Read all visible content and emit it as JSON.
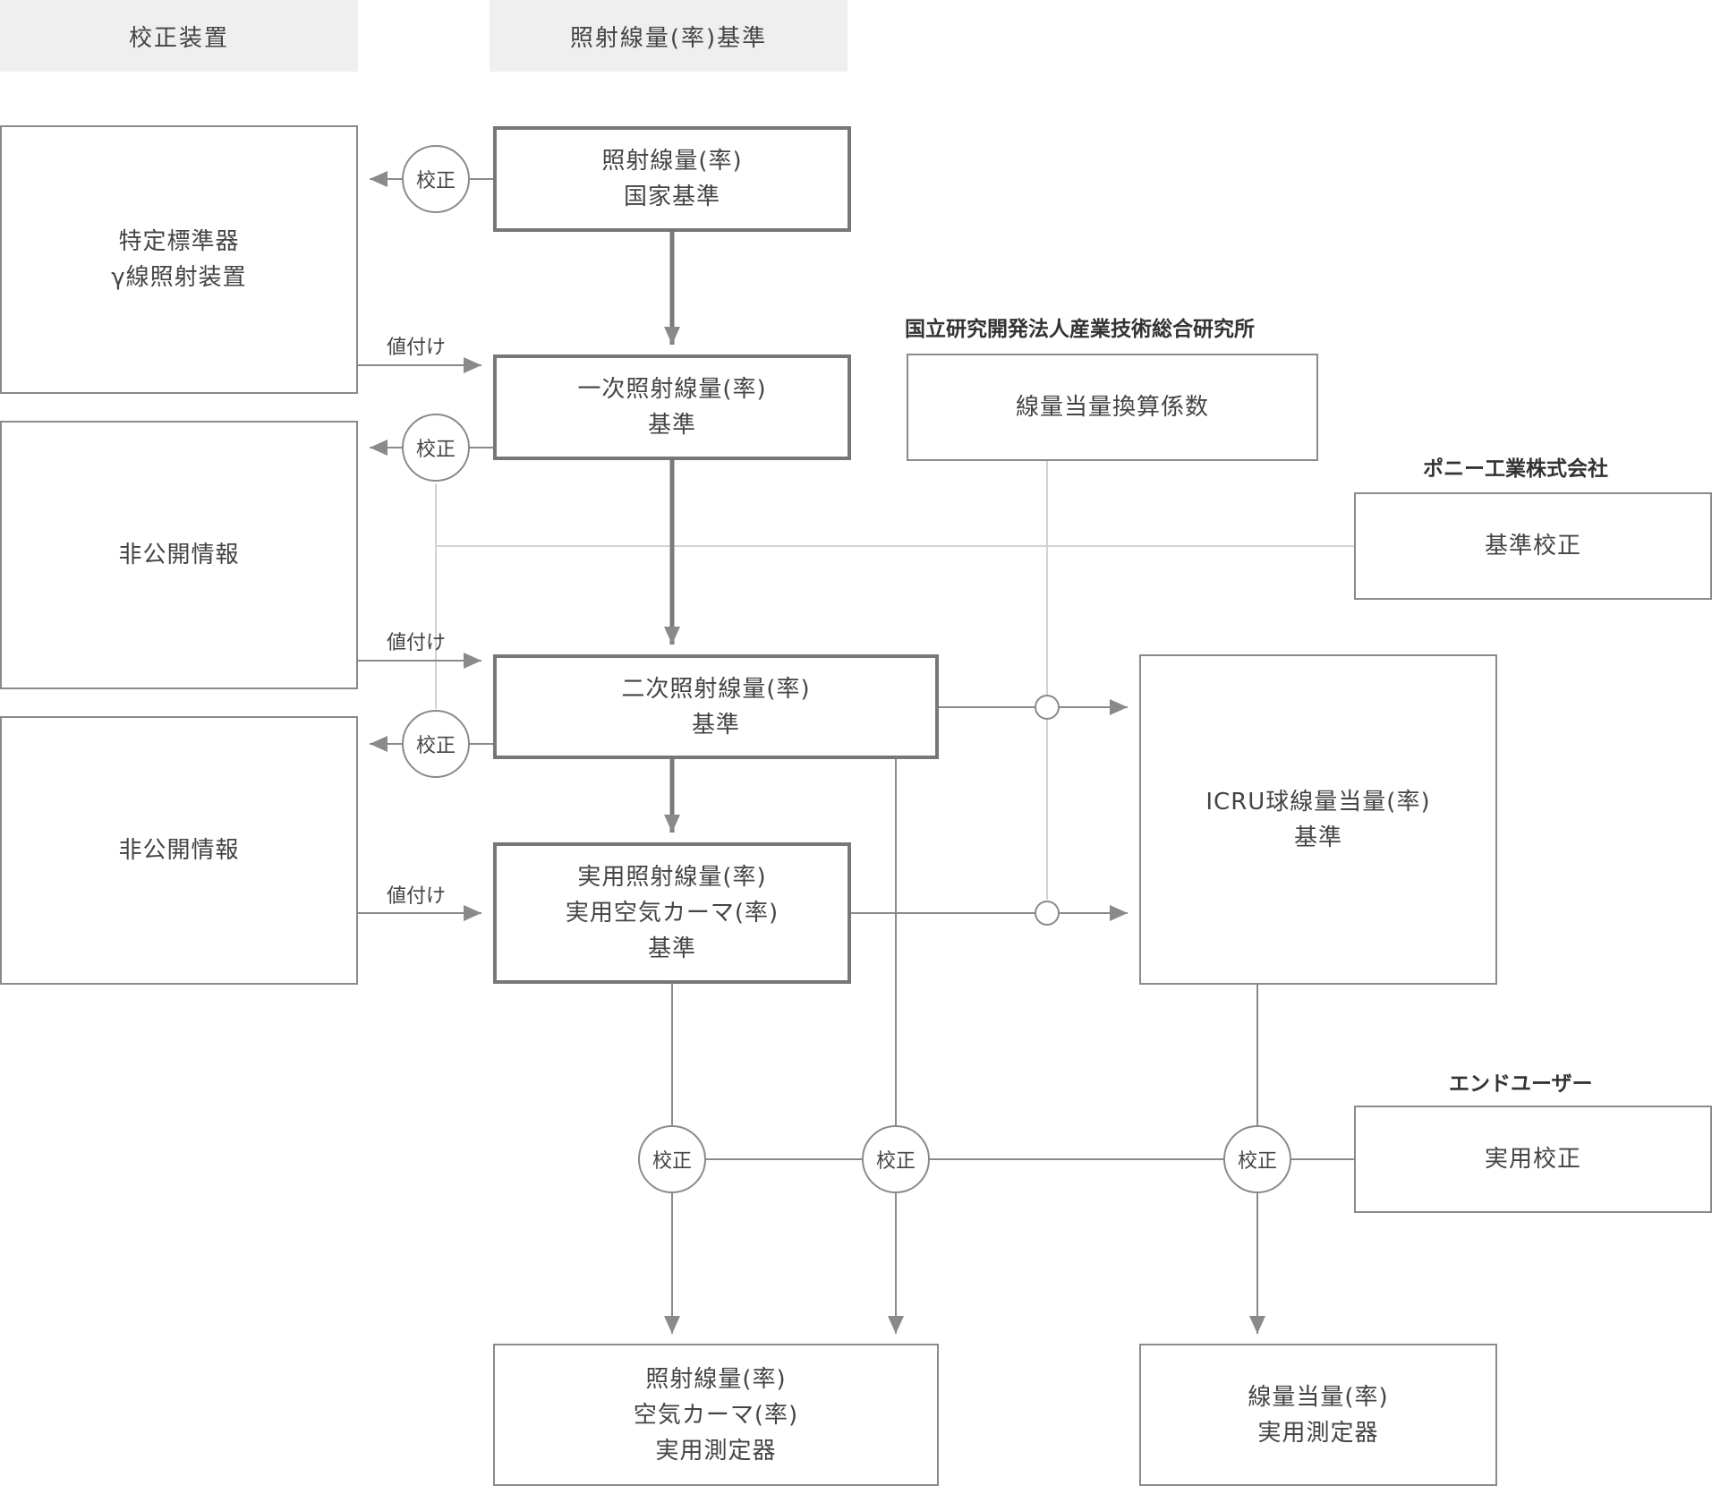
{
  "headers": {
    "calibration_device": "校正装置",
    "exposure_standard": "照射線量(率)基準"
  },
  "organizations": {
    "aist": "国立研究開発法人産業技術総合研究所",
    "pony": "ポニー工業株式会社",
    "end_user": "エンドユーザー"
  },
  "nodes": {
    "national": [
      "照射線量(率)",
      "国家基準"
    ],
    "primary": [
      "一次照射線量(率)",
      "基準"
    ],
    "secondary": [
      "二次照射線量(率)",
      "基準"
    ],
    "working": [
      "実用照射線量(率)",
      "実用空気カーマ(率)",
      "基準"
    ],
    "specified": [
      "特定標準器",
      "γ線照射装置"
    ],
    "undisclosed_1": [
      "非公開情報"
    ],
    "undisclosed_2": [
      "非公開情報"
    ],
    "conversion": [
      "線量当量換算係数"
    ],
    "reference_cal": [
      "基準校正"
    ],
    "icru": [
      "ICRU球線量当量(率)",
      "基準"
    ],
    "practical_cal": [
      "実用校正"
    ],
    "exposure_meter": [
      "照射線量(率)",
      "空気カーマ(率)",
      "実用測定器"
    ],
    "dose_meter": [
      "線量当量(率)",
      "実用測定器"
    ]
  },
  "labels": {
    "calibration": "校正",
    "valuation": "値付け"
  }
}
